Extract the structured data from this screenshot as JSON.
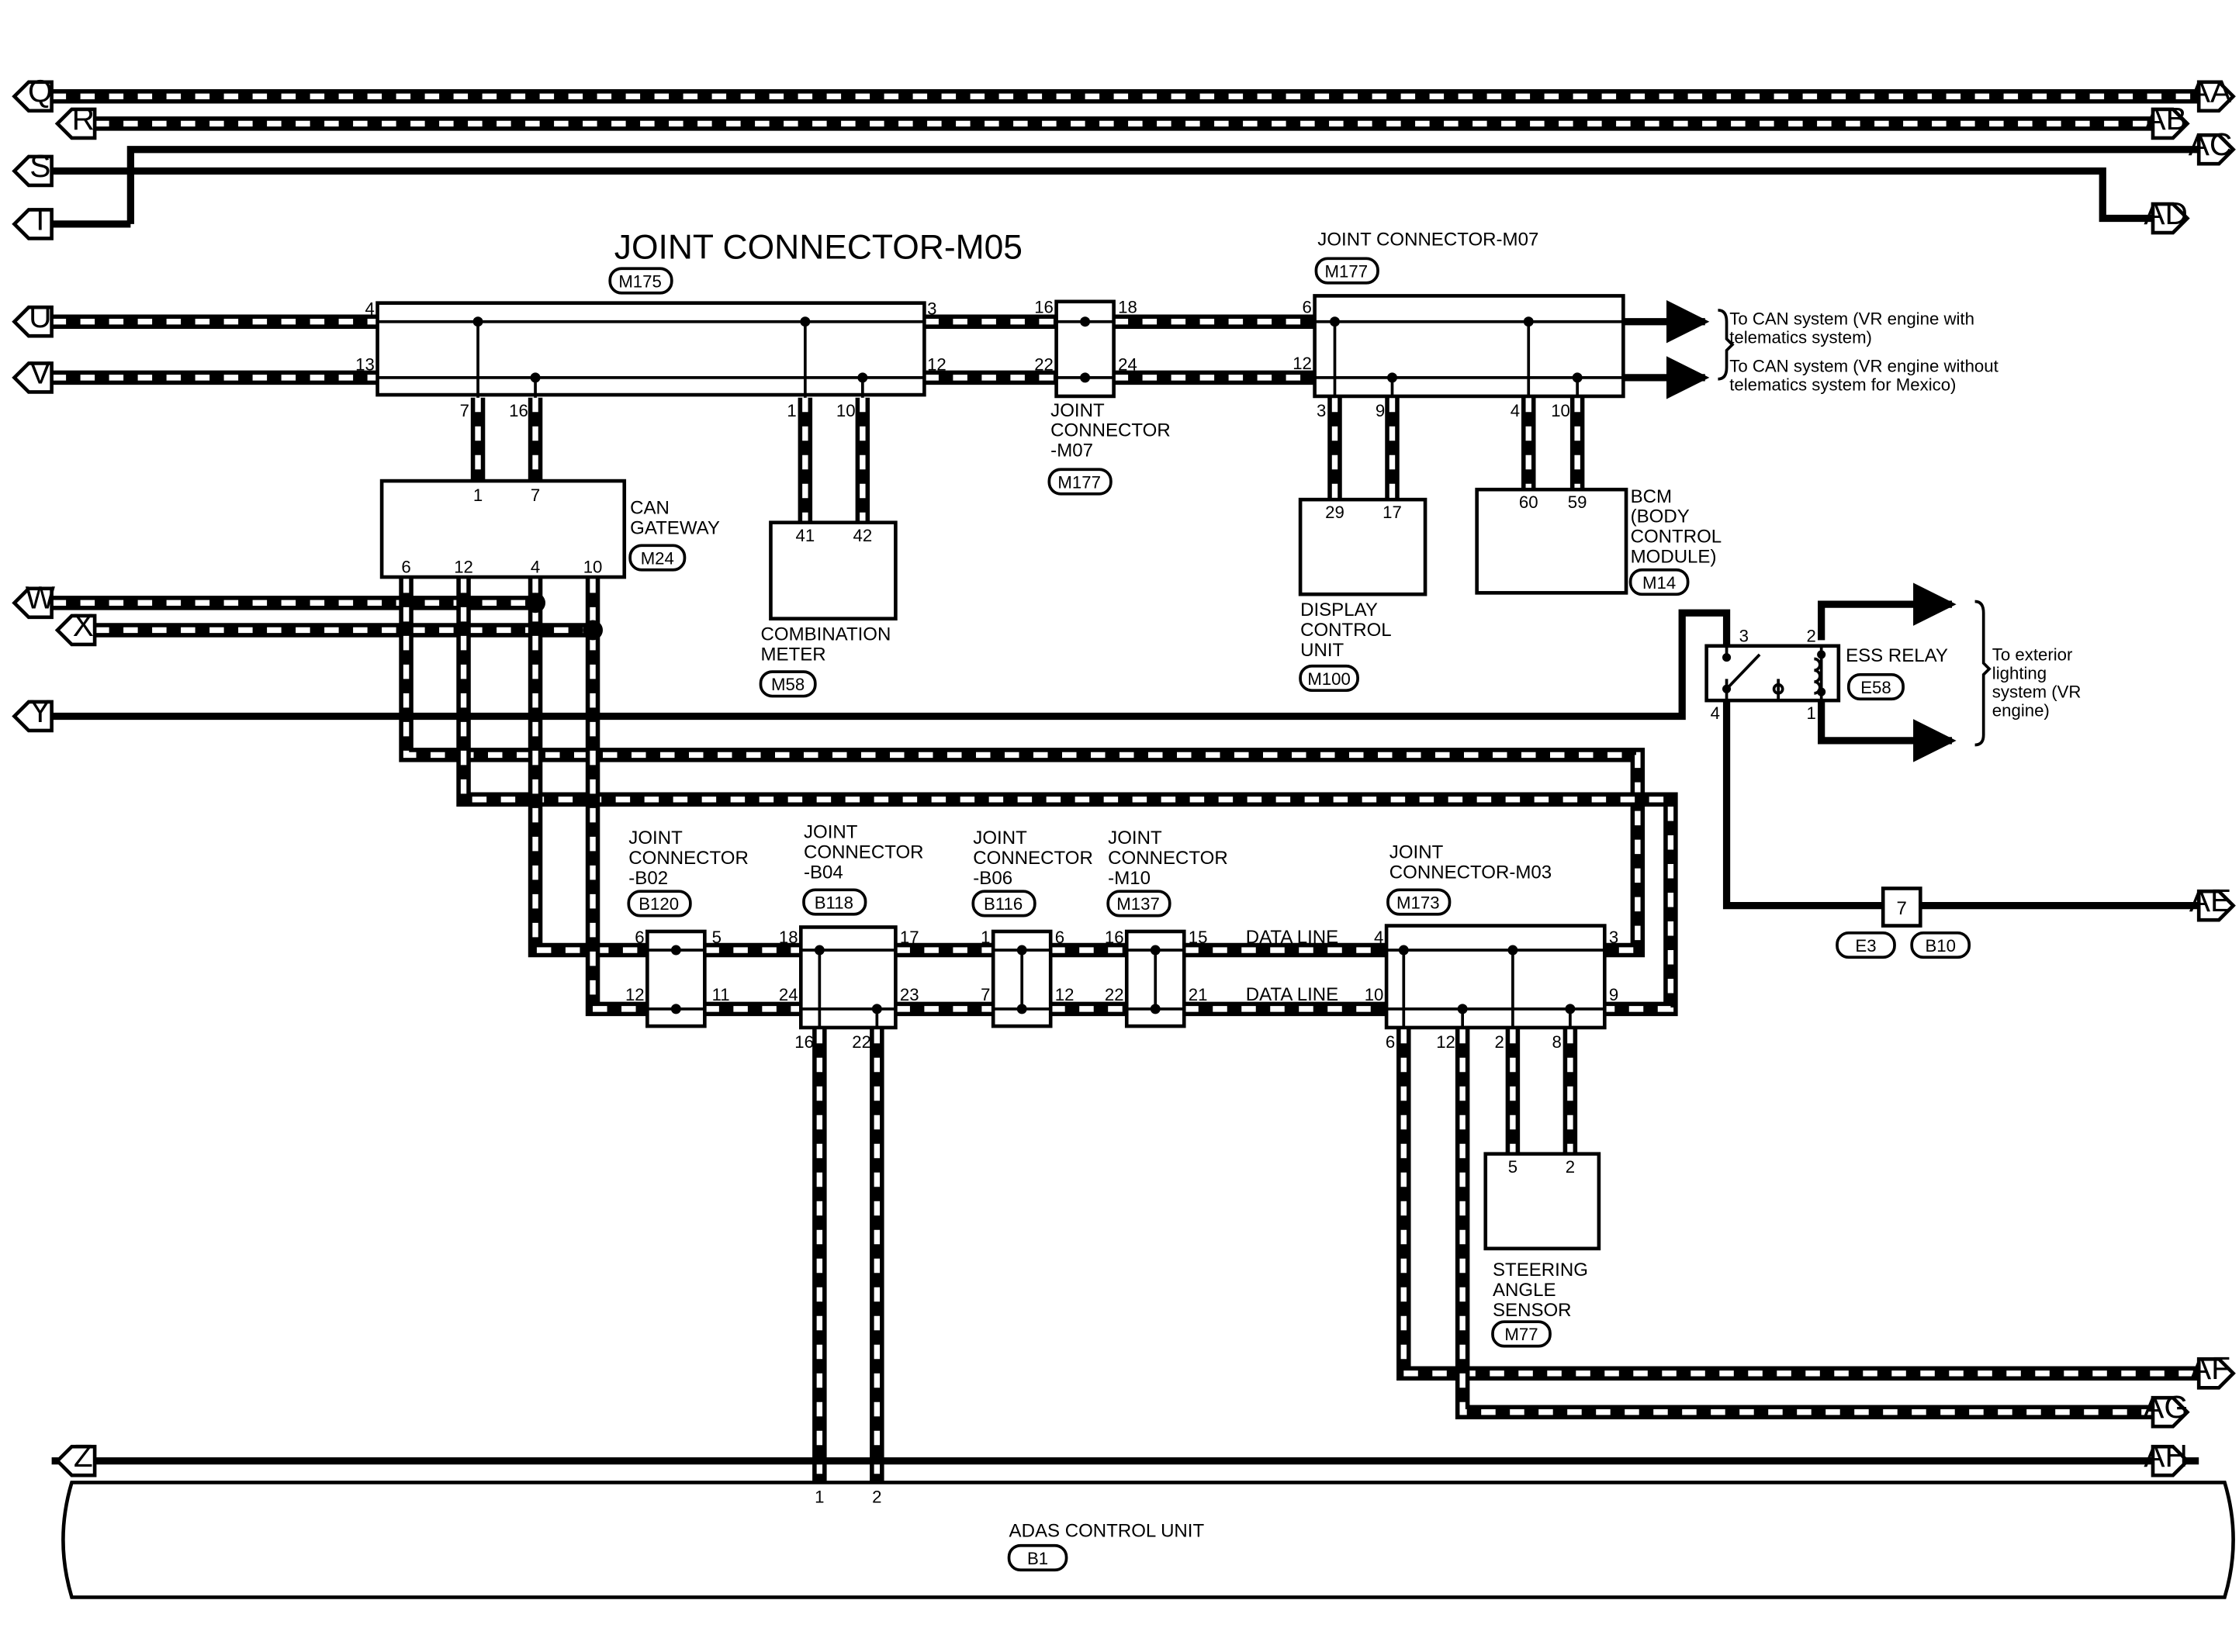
{
  "offpage_left": [
    "Q",
    "R",
    "S",
    "T",
    "U",
    "V",
    "W",
    "X",
    "Y",
    "Z"
  ],
  "offpage_right": [
    "AA",
    "AB",
    "AC",
    "AD",
    "AE",
    "AF",
    "AG",
    "AH"
  ],
  "components": {
    "jc_m05": {
      "label": "JOINT CONNECTOR-M05",
      "ref": "M175"
    },
    "jc_m07_top": {
      "label": "JOINT CONNECTOR-M07",
      "ref": "M177"
    },
    "jc_m07_small": {
      "label_lines": [
        "JOINT",
        "CONNECTOR",
        "-M07"
      ],
      "ref": "M177"
    },
    "can_gateway": {
      "label_lines": [
        "CAN",
        "GATEWAY"
      ],
      "ref": "M24"
    },
    "combination_meter": {
      "label_lines": [
        "COMBINATION",
        "METER"
      ],
      "ref": "M58"
    },
    "display_control_unit": {
      "label_lines": [
        "DISPLAY",
        "CONTROL",
        "UNIT"
      ],
      "ref": "M100"
    },
    "bcm": {
      "label_lines": [
        "BCM",
        "(BODY",
        "CONTROL",
        "MODULE)"
      ],
      "ref": "M14"
    },
    "ess_relay": {
      "label": "ESS RELAY",
      "ref": "E58"
    },
    "jc_b02": {
      "label_lines": [
        "JOINT",
        "CONNECTOR",
        "-B02"
      ],
      "ref": "B120"
    },
    "jc_b04": {
      "label_lines": [
        "JOINT",
        "CONNECTOR",
        "-B04"
      ],
      "ref": "B118"
    },
    "jc_b06": {
      "label_lines": [
        "JOINT",
        "CONNECTOR",
        "-B06"
      ],
      "ref": "B116"
    },
    "jc_m10": {
      "label_lines": [
        "JOINT",
        "CONNECTOR",
        "-M10"
      ],
      "ref": "M137"
    },
    "jc_m03": {
      "label_lines": [
        "JOINT",
        "CONNECTOR-M03"
      ],
      "ref": "M173"
    },
    "steering_angle_sensor": {
      "label_lines": [
        "STEERING",
        "ANGLE",
        "SENSOR"
      ],
      "ref": "M77"
    },
    "adas_control_unit": {
      "label": "ADAS CONTROL UNIT",
      "ref": "B1"
    },
    "inline_connector": {
      "pin": "7",
      "refs": [
        "E3",
        "B10"
      ]
    }
  },
  "notes": {
    "can_with_telematics": [
      "To CAN system (VR engine with",
      "telematics system)"
    ],
    "can_without_telematics": [
      "To CAN system (VR engine without",
      "telematics system for Mexico)"
    ],
    "exterior_lighting": [
      "To exterior",
      "lighting",
      "system (VR",
      "engine)"
    ],
    "data_line": "DATA LINE"
  },
  "pins": {
    "m05_left_top": "4",
    "m05_left_bottom": "13",
    "m05_right_top": "3",
    "m05_right_bottom": "12",
    "m05_bottom": [
      "7",
      "16",
      "1",
      "10"
    ],
    "m07s_left_top": "16",
    "m07s_right_top": "18",
    "m07s_left_bottom": "22",
    "m07s_right_bottom": "24",
    "m07_left_top": "6",
    "m07_left_bottom": "12",
    "m07_bottom": [
      "3",
      "9",
      "4",
      "10"
    ],
    "gateway_top": [
      "1",
      "7"
    ],
    "gateway_bottom": [
      "6",
      "12",
      "4",
      "10"
    ],
    "meter": [
      "41",
      "42"
    ],
    "display": [
      "29",
      "17"
    ],
    "bcm": [
      "60",
      "59"
    ],
    "relay": [
      "3",
      "2",
      "4",
      "1"
    ],
    "b02": [
      "6",
      "5",
      "12",
      "11"
    ],
    "b04": [
      "18",
      "17",
      "24",
      "23",
      "16",
      "22"
    ],
    "b06": [
      "1",
      "6",
      "7",
      "12"
    ],
    "m10": [
      "16",
      "15",
      "22",
      "21"
    ],
    "m03": [
      "4",
      "3",
      "10",
      "9",
      "6",
      "12",
      "2",
      "8"
    ],
    "sensor": [
      "5",
      "2"
    ],
    "adas": [
      "1",
      "2"
    ]
  }
}
